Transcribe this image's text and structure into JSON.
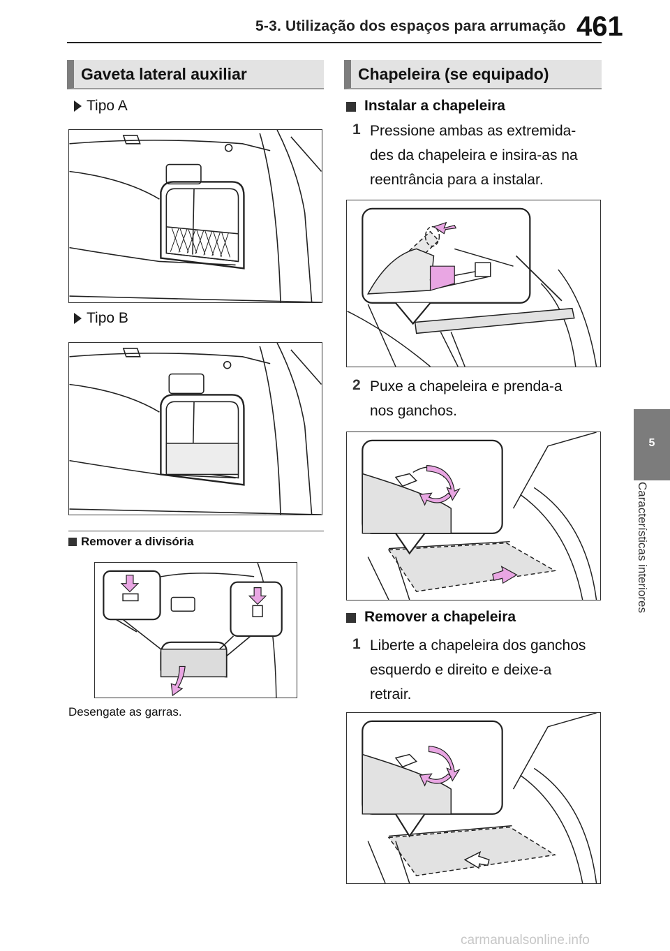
{
  "header": {
    "section_title": "5-3. Utilização dos espaços para arrumação",
    "page_number": "461"
  },
  "side_tab": {
    "chapter_number": "5",
    "chapter_title": "Características interiores"
  },
  "left_column": {
    "section_heading": "Gaveta lateral auxiliar",
    "type_a_label": "Tipo A",
    "type_b_label": "Tipo B",
    "remove_divider_heading": "Remover a divisória",
    "caption": "Desengate as garras."
  },
  "right_column": {
    "section_heading": "Chapeleira (se equipado)",
    "install_heading": "Instalar a chapeleira",
    "install_steps": [
      {
        "num": "1",
        "lines": [
          "Pressione ambas as extremida-",
          "des da chapeleira e insira-as na",
          "reentrância para a instalar."
        ]
      },
      {
        "num": "2",
        "lines": [
          "Puxe a chapeleira e prenda-a",
          "nos ganchos."
        ]
      }
    ],
    "remove_heading": "Remover a chapeleira",
    "remove_steps": [
      {
        "num": "1",
        "lines": [
          "Liberte a chapeleira dos ganchos",
          "esquerdo e direito e deixe-a",
          "retrair."
        ]
      }
    ]
  },
  "colors": {
    "accent_arrow": "#e9a6e3",
    "tab_gray": "#7c7c7c",
    "heading_bg": "#e3e3e3"
  },
  "watermark": "carmanualsonline.info"
}
